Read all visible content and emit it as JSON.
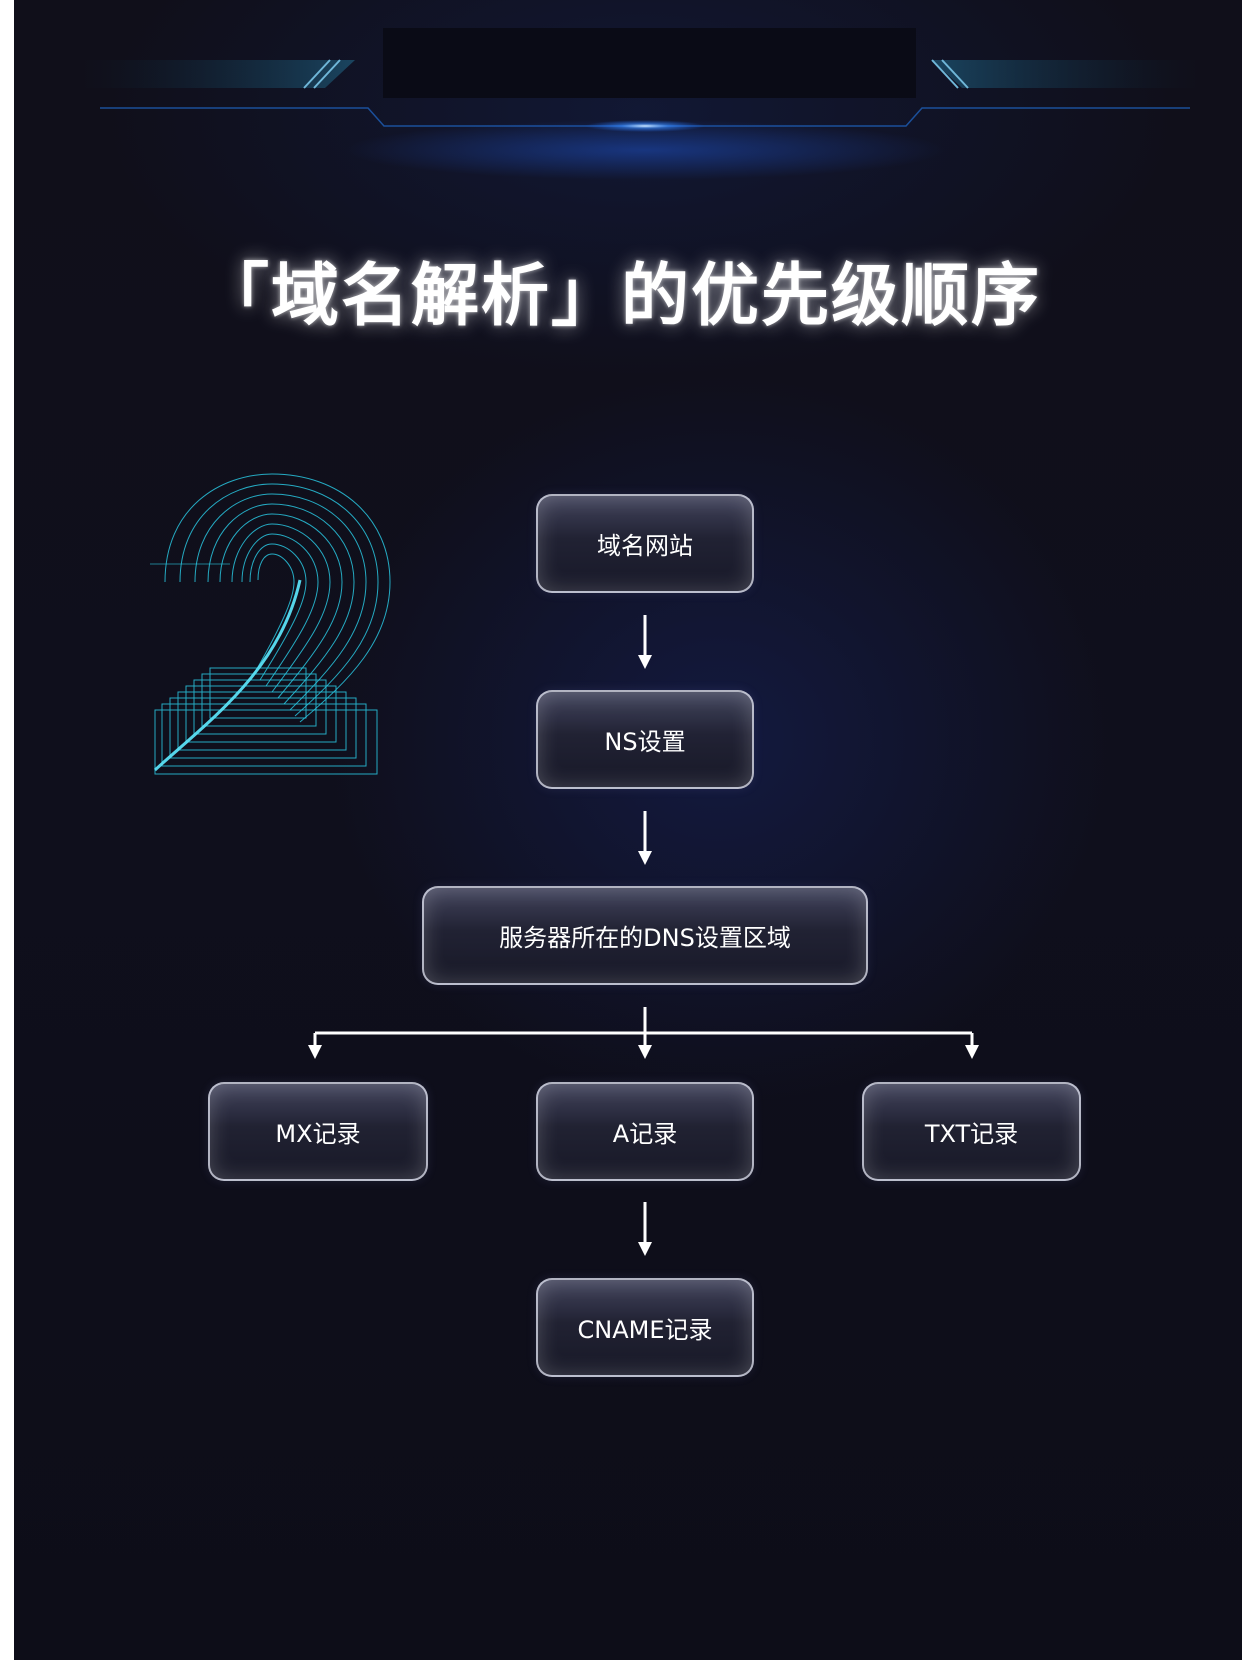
{
  "title": "「域名解析」的优先级顺序",
  "decoration": {
    "icon": "number-two-icon",
    "color": "#29c6e0"
  },
  "flowchart": {
    "nodes": [
      {
        "id": "domain-site",
        "label": "域名网站"
      },
      {
        "id": "ns-settings",
        "label": "NS设置"
      },
      {
        "id": "dns-zone",
        "label": "服务器所在的DNS设置区域"
      },
      {
        "id": "mx-record",
        "label": "MX记录"
      },
      {
        "id": "a-record",
        "label": "A记录"
      },
      {
        "id": "txt-record",
        "label": "TXT记录"
      },
      {
        "id": "cname-record",
        "label": "CNAME记录"
      }
    ],
    "edges": [
      {
        "from": "domain-site",
        "to": "ns-settings"
      },
      {
        "from": "ns-settings",
        "to": "dns-zone"
      },
      {
        "from": "dns-zone",
        "to": "mx-record"
      },
      {
        "from": "dns-zone",
        "to": "a-record"
      },
      {
        "from": "dns-zone",
        "to": "txt-record"
      },
      {
        "from": "a-record",
        "to": "cname-record"
      }
    ]
  },
  "colors": {
    "background": "#0e0d17",
    "accent": "#1e90ff",
    "node_border": "#e6e8f5"
  }
}
